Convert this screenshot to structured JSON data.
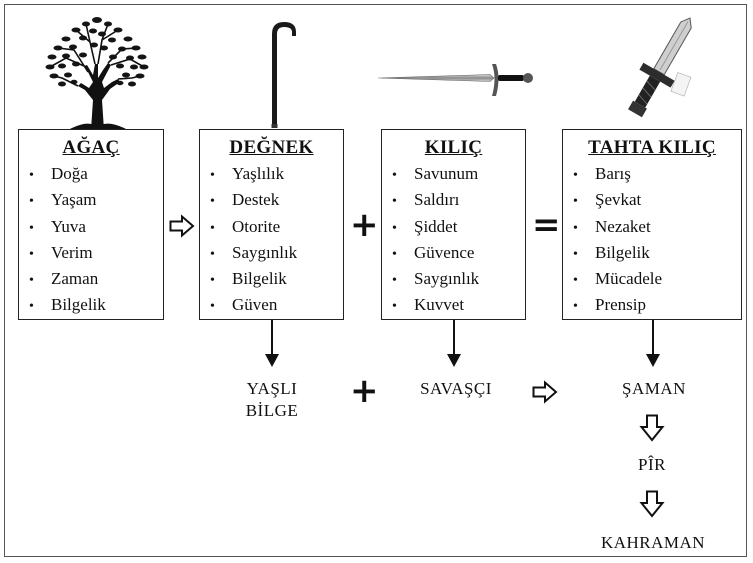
{
  "boxes": {
    "agac": {
      "title": "AĞAÇ",
      "items": [
        "Doğa",
        "Yaşam",
        "Yuva",
        "Verim",
        "Zaman",
        "Bilgelik"
      ]
    },
    "degnek": {
      "title": "DEĞNEK",
      "items": [
        "Yaşlılık",
        "Destek",
        "Otorite",
        "Saygınlık",
        "Bilgelik",
        "Güven"
      ]
    },
    "kilic": {
      "title": "KILIÇ",
      "items": [
        "Savunum",
        "Saldırı",
        "Şiddet",
        "Güvence",
        "Saygınlık",
        "Kuvvet"
      ]
    },
    "tahta_kilic": {
      "title": "TAHTA KILIÇ",
      "items": [
        "Barış",
        "Şevkat",
        "Nezaket",
        "Bilgelik",
        "Mücadele",
        "Prensip"
      ]
    }
  },
  "operators": {
    "plus": "+",
    "equals": "="
  },
  "results": {
    "yasli_bilge_line1": "YAŞLI",
    "yasli_bilge_line2": "BİLGE",
    "savasci": "SAVAŞÇI",
    "saman": "ŞAMAN",
    "pir": "PÎR",
    "kahraman": "KAHRAMAN"
  },
  "icons": [
    "tree-icon",
    "cane-icon",
    "sword-icon",
    "wooden-sword-icon",
    "hollow-arrow-icon",
    "down-arrow-icon"
  ]
}
